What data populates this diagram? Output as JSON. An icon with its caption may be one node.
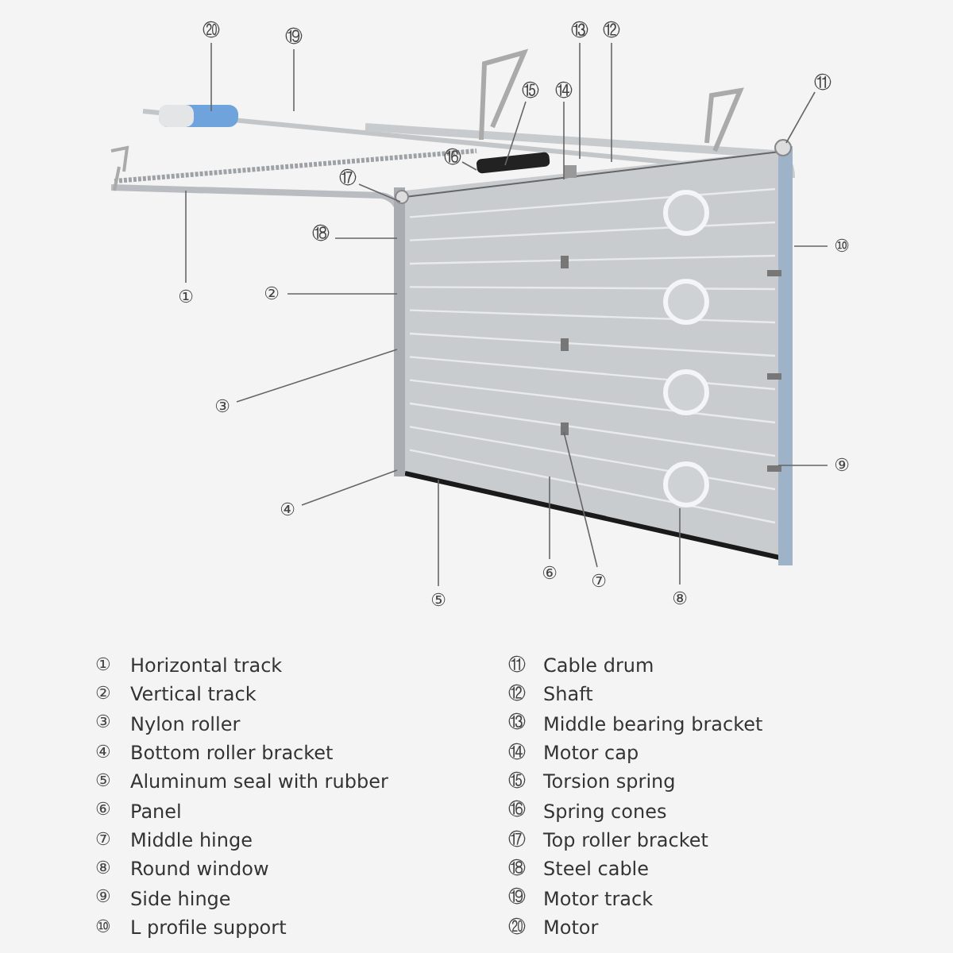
{
  "diagram": {
    "nodes": [
      {
        "text": [
          "①"
        ]
      },
      {
        "text": [
          "②"
        ]
      },
      {
        "text": [
          "③"
        ]
      },
      {
        "text": [
          "④"
        ]
      },
      {
        "text": [
          "⑤"
        ]
      },
      {
        "text": [
          "⑥"
        ]
      },
      {
        "text": [
          "⑦"
        ]
      },
      {
        "text": [
          "⑧"
        ]
      },
      {
        "text": [
          "⑨"
        ]
      },
      {
        "text": [
          "⑩"
        ]
      },
      {
        "text": [
          "⑪"
        ]
      },
      {
        "text": [
          "⑫"
        ]
      },
      {
        "text": [
          "⑬"
        ]
      },
      {
        "text": [
          "⑭"
        ]
      },
      {
        "text": [
          "⑮"
        ]
      },
      {
        "text": [
          "⑯"
        ]
      },
      {
        "text": [
          "⑰"
        ]
      },
      {
        "text": [
          "⑱"
        ]
      },
      {
        "text": [
          "⑲"
        ]
      },
      {
        "text": [
          "⑳"
        ]
      }
    ],
    "edges": [
      {
        "from": 0,
        "to": null,
        "arrow": "none"
      },
      {
        "from": 1,
        "to": null,
        "arrow": "none"
      },
      {
        "from": 2,
        "to": null,
        "arrow": "none"
      },
      {
        "from": 3,
        "to": null,
        "arrow": "none"
      },
      {
        "from": 4,
        "to": null,
        "arrow": "none"
      },
      {
        "from": 5,
        "to": null,
        "arrow": "none"
      },
      {
        "from": 6,
        "to": null,
        "arrow": "none"
      },
      {
        "from": 7,
        "to": null,
        "arrow": "none"
      },
      {
        "from": 8,
        "to": null,
        "arrow": "none"
      },
      {
        "from": 9,
        "to": null,
        "arrow": "none"
      },
      {
        "from": 10,
        "to": null,
        "arrow": "none"
      },
      {
        "from": 11,
        "to": null,
        "arrow": "none"
      },
      {
        "from": 12,
        "to": null,
        "arrow": "none"
      },
      {
        "from": 13,
        "to": null,
        "arrow": "none"
      },
      {
        "from": 14,
        "to": null,
        "arrow": "none"
      },
      {
        "from": 15,
        "to": null,
        "arrow": "none"
      },
      {
        "from": 16,
        "to": null,
        "arrow": "none"
      },
      {
        "from": 17,
        "to": null,
        "arrow": "none"
      },
      {
        "from": 18,
        "to": null,
        "arrow": "none"
      },
      {
        "from": 19,
        "to": null,
        "arrow": "none"
      }
    ],
    "labels": [
      "①",
      "Horizontal track",
      "②",
      "Vertical track",
      "③",
      "Nylon roller",
      "④",
      "Bottom roller bracket",
      "⑤",
      "Aluminum seal with rubber",
      "⑥",
      "Panel",
      "⑦",
      "Middle hinge",
      "⑧",
      "Round window",
      "⑨",
      "Side hinge",
      "⑩",
      "L profile support",
      "⑪",
      "Cable drum",
      "⑫",
      "Shaft",
      "⑬",
      "Middle bearing bracket",
      "⑭",
      "Motor cap",
      "⑮",
      "Torsion spring",
      "⑯",
      "Spring cones",
      "⑰",
      "Top roller bracket",
      "⑱",
      "Steel cable",
      "⑲",
      "Motor track",
      "⑳",
      "Motor"
    ]
  }
}
